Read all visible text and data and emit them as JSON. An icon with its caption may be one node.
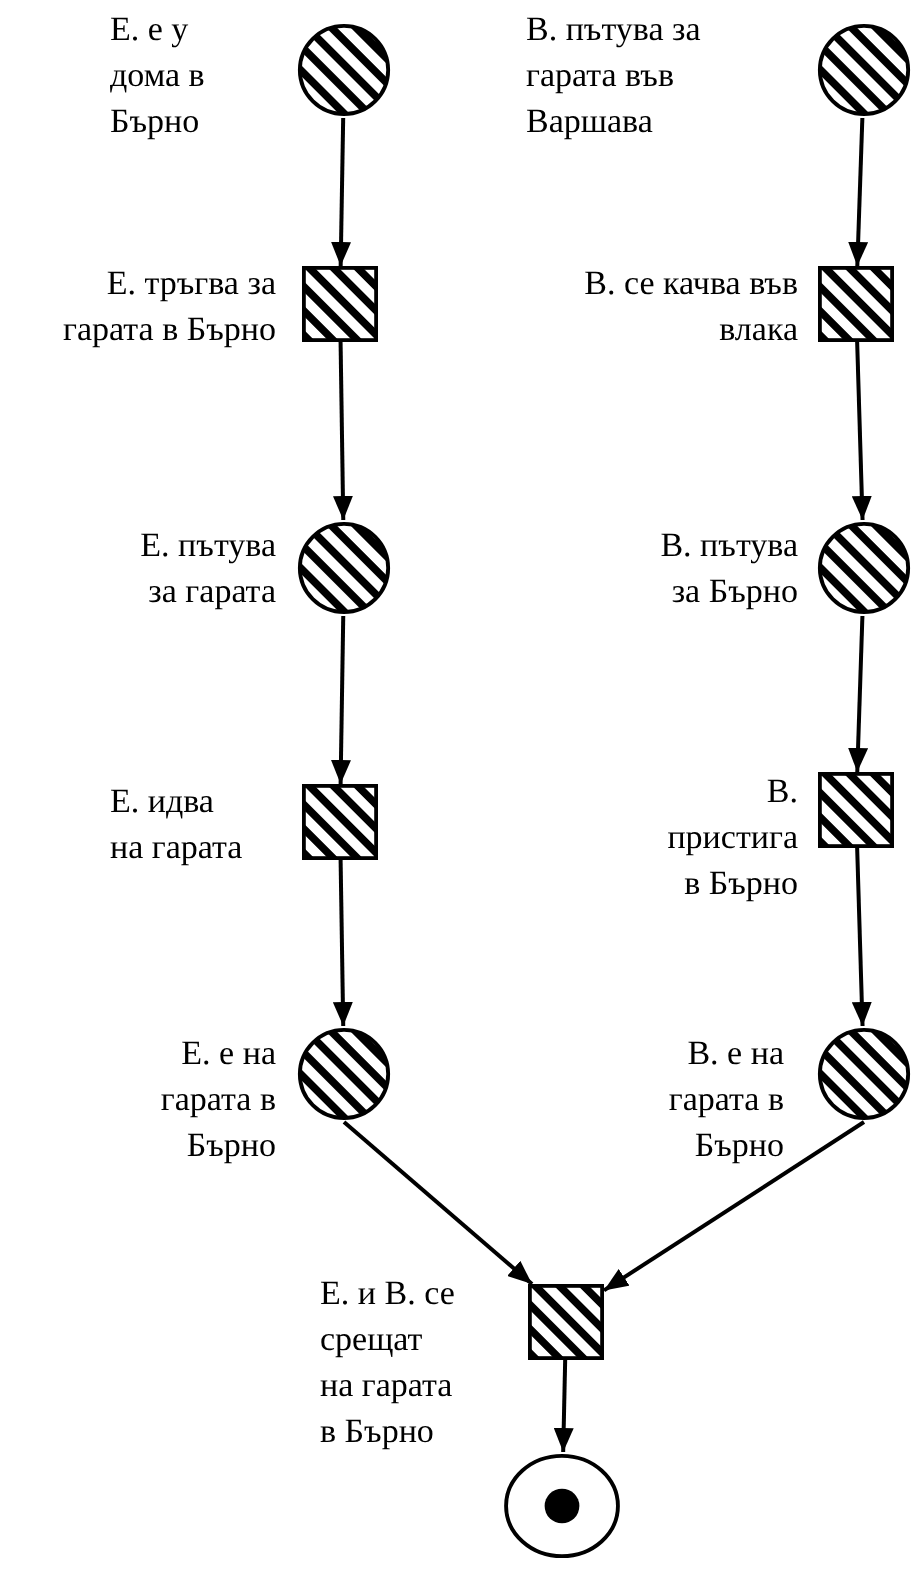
{
  "diagram": {
    "nodes": [
      {
        "text": [
          "Е. е у дома в Бърно"
        ]
      },
      {
        "text": [
          "Е. тръгва за гарата в Бърно"
        ]
      },
      {
        "text": [
          "Е. пътува за гарата"
        ]
      },
      {
        "text": [
          "Е. идва на гарата"
        ]
      },
      {
        "text": [
          "Е. е на гарата в Бърно"
        ]
      },
      {
        "text": [
          "В. пътува за гарата във Варшава"
        ]
      },
      {
        "text": [
          "В. се качва във влака"
        ]
      },
      {
        "text": [
          "В. пътува за Бърно"
        ]
      },
      {
        "text": [
          "В. пристига в Бърно"
        ]
      },
      {
        "text": [
          "В. е на гарата в Бърно"
        ]
      },
      {
        "text": [
          "Е. и В. се срещат на гарата в Бърно"
        ]
      },
      {
        "text": [],
        "shape": "circle"
      }
    ],
    "edges": [
      {
        "from": 0,
        "to": 1,
        "arrow": "to"
      },
      {
        "from": 1,
        "to": 2,
        "arrow": "to"
      },
      {
        "from": 2,
        "to": 3,
        "arrow": "to"
      },
      {
        "from": 3,
        "to": 4,
        "arrow": "to"
      },
      {
        "from": 4,
        "to": 10,
        "arrow": "to"
      },
      {
        "from": 5,
        "to": 6,
        "arrow": "to"
      },
      {
        "from": 6,
        "to": 7,
        "arrow": "to"
      },
      {
        "from": 7,
        "to": 8,
        "arrow": "to"
      },
      {
        "from": 8,
        "to": 9,
        "arrow": "to"
      },
      {
        "from": 9,
        "to": 10,
        "arrow": "to"
      },
      {
        "from": 10,
        "to": 11,
        "arrow": "to"
      }
    ]
  }
}
